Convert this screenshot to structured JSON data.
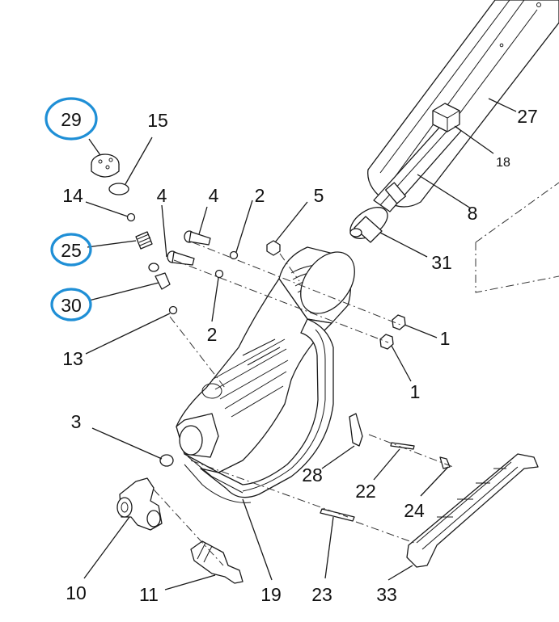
{
  "diagram": {
    "labels": {
      "p29": "29",
      "p15": "15",
      "p14": "14",
      "p4a": "4",
      "p4b": "4",
      "p2a": "2",
      "p5": "5",
      "p25": "25",
      "p30": "30",
      "p13": "13",
      "p2b": "2",
      "p1a": "1",
      "p1b": "1",
      "p27": "27",
      "p18": "18",
      "p8": "8",
      "p31": "31",
      "p3": "3",
      "p28": "28",
      "p22": "22",
      "p24": "24",
      "p10": "10",
      "p11": "11",
      "p19": "19",
      "p23": "23",
      "p33": "33"
    },
    "highlighted": [
      "29",
      "25",
      "30"
    ],
    "colors": {
      "highlight": "#1f8fd6",
      "line": "#1a1a1a"
    }
  }
}
